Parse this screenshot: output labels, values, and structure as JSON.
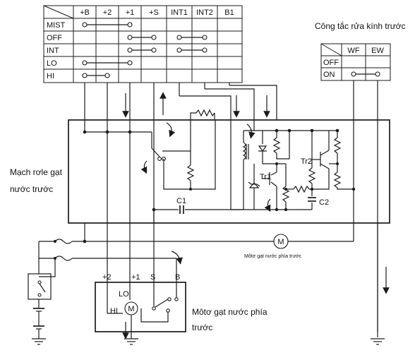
{
  "switch_table": {
    "columns": [
      "+B",
      "+2",
      "+1",
      "+S",
      "INT1",
      "INT2",
      "B1"
    ],
    "rows": [
      "MIST",
      "OFF",
      "INT",
      "LO",
      "HI"
    ]
  },
  "washer_switch": {
    "title": "Công tắc rửa kính trước",
    "columns": [
      "WF",
      "EW"
    ],
    "rows": [
      "OFF",
      "ON"
    ]
  },
  "relay_label_line1": "Mạch rơle gạt",
  "relay_label_line2": "nước trước",
  "components": {
    "tr1": "Tr1",
    "tr2": "Tr2",
    "c1": "C1",
    "c2": "C2",
    "washer_motor_label": "Môtơ gạt nước phía trước",
    "motor_label_line1": "Môtơ gạt nước phía",
    "motor_label_line2": "trước",
    "motor_symbol": "M"
  },
  "motor_terminals": [
    "+2",
    "+1",
    "S",
    "B"
  ],
  "motor_speed_labels": {
    "lo": "LO",
    "hi": "HI"
  }
}
